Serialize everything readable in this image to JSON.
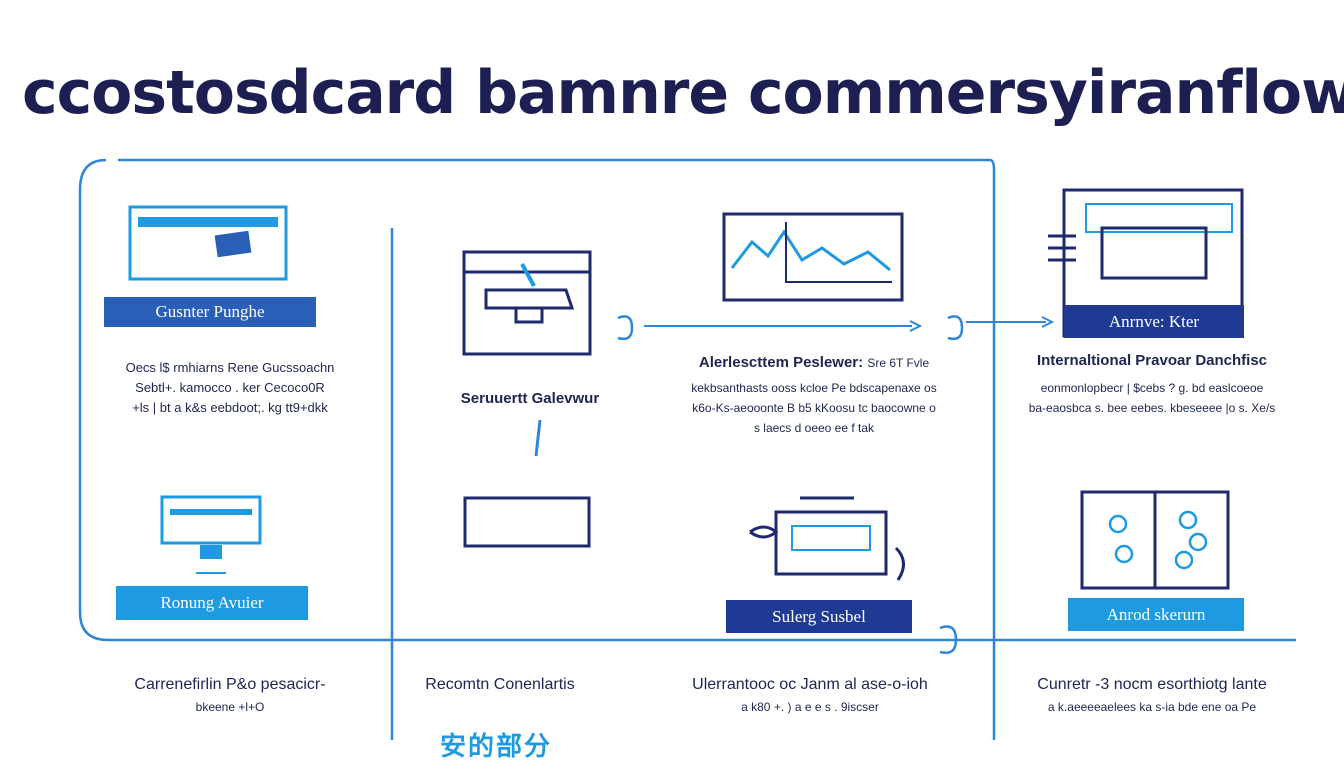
{
  "title": "ccostosdcard bamnre commersyiranflow",
  "nodes": {
    "customer_purchase": {
      "label": "Gusnter Punghe",
      "desc": [
        "Oecs l$ rmhiarns Rene Gucssoachn",
        "Sebtl+. kamocco . ker Cecoco0R",
        "+ls | bt a k&s eebdoot;. kg tt9+dkk"
      ]
    },
    "running_avail": {
      "label": "Ronung Avuier"
    },
    "gateway": {
      "label": "Seruuertt Galevwur"
    },
    "processor": {
      "label": "Alerlescttem Peslewer:",
      "label_suffix": "Sre 6T Fvle",
      "desc": [
        "kekbsanthasts ooss kcloe Pe bdscapenaxe os",
        "k6o-Ks-aeooonte B b5 kKoosu tc baocowne o",
        "s laecs d oeeo ee f tak"
      ]
    },
    "settlement": {
      "label": "Sulerg Susbel"
    },
    "archive": {
      "label": "Anrnve: Kter",
      "heading": "Internaltional Pravoar Danchfisc",
      "desc": [
        "eonmonlopbecr | $cebs ? g. bd easlcoeoe",
        "ba-eaosbca s. bee eebes. kbeseeee |o s. Xe/s"
      ]
    },
    "arrod": {
      "label": "Anrod skerurn"
    }
  },
  "footers": [
    {
      "main": "Carrenefirlin P&o pesacicr-",
      "sub": "bkeene +l+O"
    },
    {
      "main": "Recomtn Conenlartis",
      "sub": ""
    },
    {
      "main": "Ulerrantooc oc Janm al ase-o-ioh",
      "sub": "a k80 +. ) a e e s . 9iscser"
    },
    {
      "main": "Cunretr -3 nocm esorthiotg lante",
      "sub": "a k.aeeeeaelees ka s-ia bde ene oa Pe"
    }
  ],
  "tail_text": "安的部分",
  "colors": {
    "navy": "#1f2a6e",
    "blue": "#2f86d6",
    "light_blue": "#1e9ae0"
  }
}
